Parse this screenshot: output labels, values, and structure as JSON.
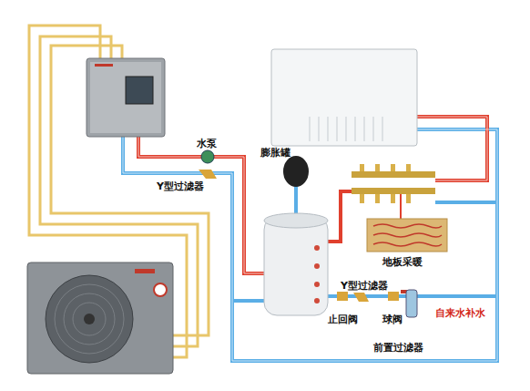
{
  "diagram": {
    "labels": [
      "水泵",
      "Y型过滤器",
      "膨胀罐",
      "地板采暖",
      "Y型过滤器",
      "止回阀",
      "球阀",
      "自来水补水",
      "前置过滤器"
    ]
  }
}
